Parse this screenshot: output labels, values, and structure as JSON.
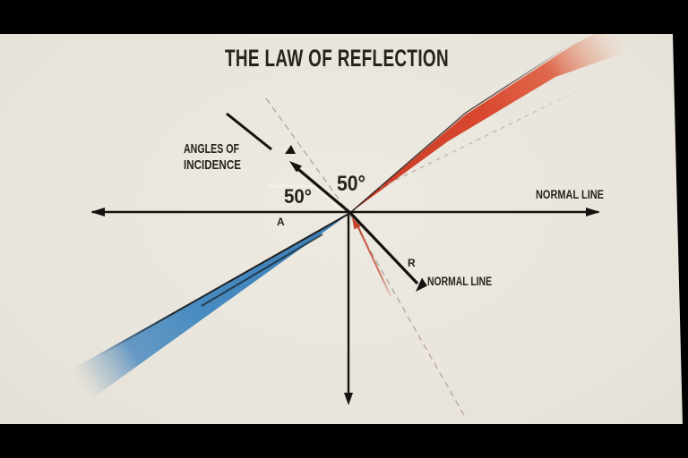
{
  "title": "THE LAW OF REFLECTION",
  "diagram": {
    "labels": {
      "incidence_caption_line1": "ANGLES OF",
      "incidence_caption_line2": "INCIDENCE",
      "angle_primary": "50°",
      "angle_secondary": "50°",
      "normal_line_right": "NORMAL LINE",
      "normal_line_lower": "NORMAL LINE",
      "marker_a": "A",
      "marker_r": "R"
    },
    "angles": {
      "incidence_degrees": 50,
      "reflection_degrees": 50
    },
    "colors": {
      "background": "#e8e4dc",
      "letterbox": "#000000",
      "ink": "#26221e",
      "incident_beam_blue": "#478bc1",
      "reflected_beam_red": "#d5452e",
      "red_arrow": "#c6432d",
      "dashed_line": "#93857a"
    }
  }
}
